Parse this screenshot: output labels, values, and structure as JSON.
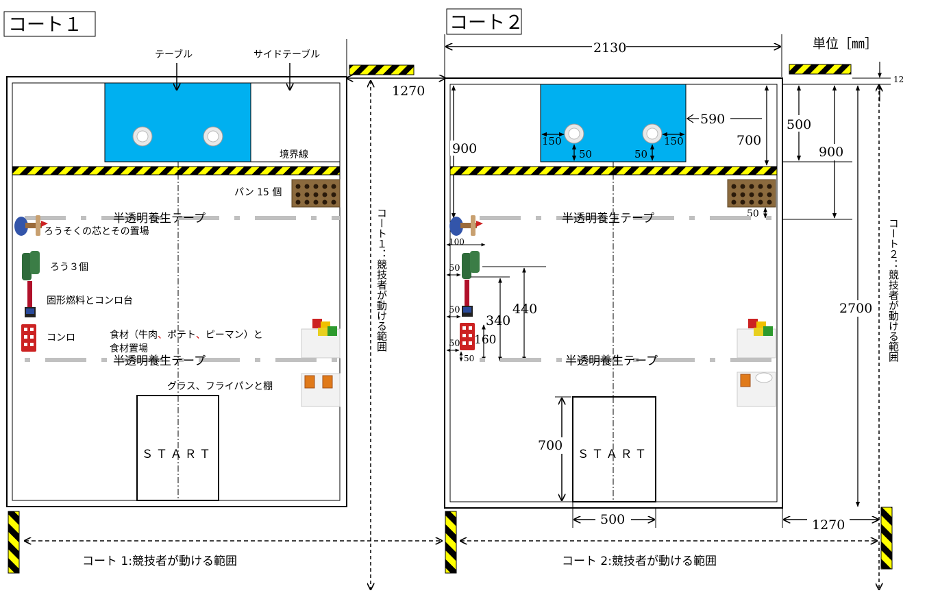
{
  "court1": {
    "title": "コート１",
    "table_label": "テーブル",
    "side_table_label": "サイドテーブル",
    "boundary_label": "境界線",
    "bread_label": "パン 15 個",
    "tape_label_top": "半透明養生テープ",
    "tape_label_bottom": "半透明養生テープ",
    "candle_label": "ろうそくの芯とその置場",
    "wax_label": "ろう３個",
    "fuel_label": "固形燃料とコンロ台",
    "stove_label": "コンロ",
    "ingredients_label_1a": "食材（牛肉",
    "ingredients_label_1b": "、",
    "ingredients_label_1c": "ポテト",
    "ingredients_label_1d": "、",
    "ingredients_label_1e": "ピーマン）と",
    "ingredients_label_2": "食材置場",
    "glass_label": "グラス、フライパンと棚",
    "start_label": "ＳＴＡＲＴ",
    "range_vertical": "コート１：競技者が動ける範囲",
    "range_horizontal": "コート 1:競技者が動ける範囲",
    "dim_1270": "1270"
  },
  "court2": {
    "title": "コート２",
    "unit_label": "単位［㎜］",
    "tape_label_top": "半透明養生テープ",
    "tape_label_bottom": "半透明養生テープ",
    "start_label": "ＳＴＡＲＴ",
    "range_vertical": "コート２：競技者が動ける範囲",
    "range_horizontal": "コート 2:競技者が動ける範囲",
    "dims": {
      "width": "2130",
      "gap": "12",
      "d590": "590",
      "d500_right": "500",
      "d900_right": "900",
      "d700_right": "700",
      "d900_left": "900",
      "d150_left": "150",
      "d150_right": "150",
      "d50_left": "50",
      "d50_right": "50",
      "d50_bread": "50",
      "d100": "100",
      "d50_a": "50",
      "d50_b": "50",
      "d50_c": "50",
      "d50_d": "50",
      "d340": "340",
      "d440": "440",
      "d160": "160",
      "d2700": "2700",
      "d700_start": "700",
      "d500_start": "500",
      "d1270": "1270"
    }
  },
  "colors": {
    "table": "#00b0f0",
    "tape": "#c0c0c0",
    "hazard_yellow": "#ffff00",
    "hazard_black": "#000000",
    "bread": "#8b6a3e",
    "candle_blue": "#3355aa",
    "wax_green": "#2e6b3a",
    "stove_red": "#cc2222",
    "fuel_red": "#b0102a"
  }
}
